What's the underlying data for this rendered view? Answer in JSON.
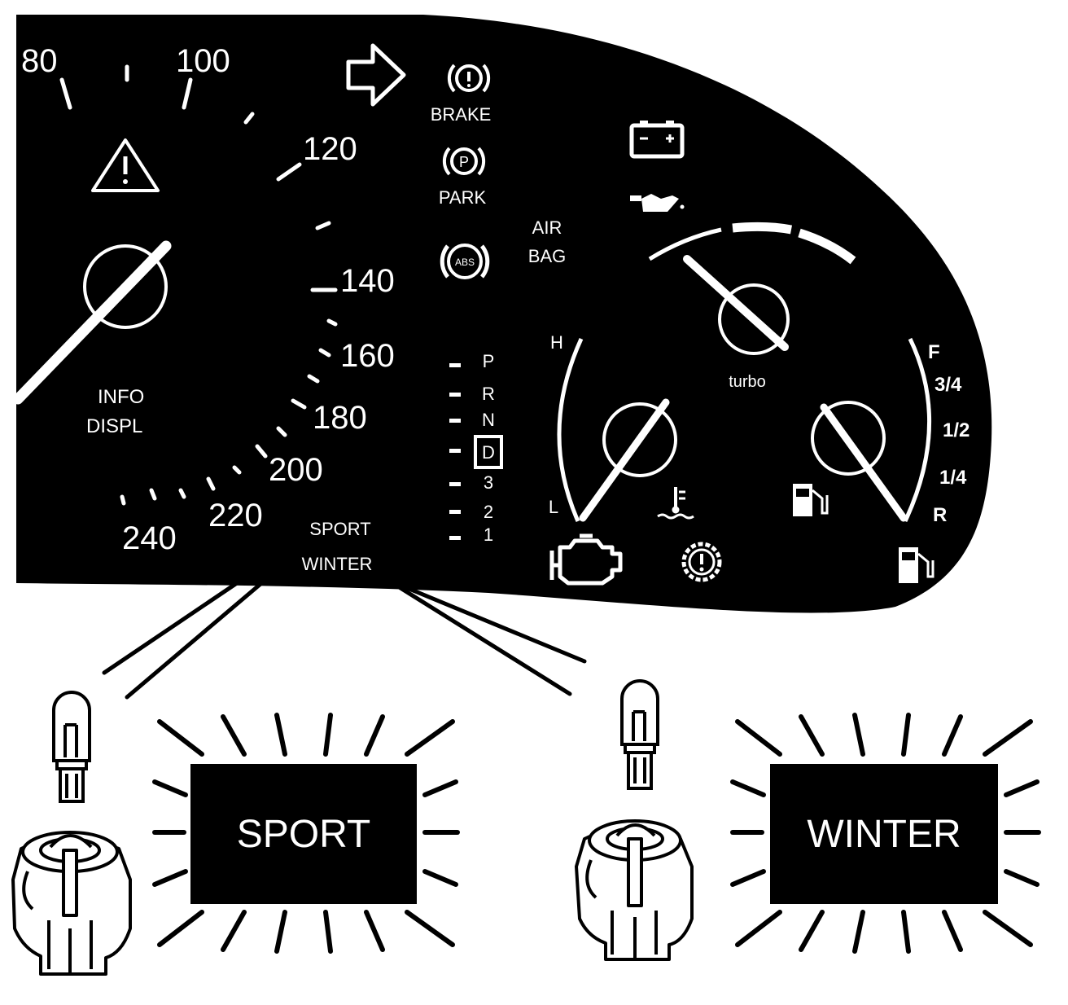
{
  "speedometer": {
    "labels": [
      "80",
      "100",
      "120",
      "140",
      "160",
      "180",
      "200",
      "220",
      "240"
    ]
  },
  "warning_lights": {
    "brake": "BRAKE",
    "park_symbol": "P",
    "park": "PARK",
    "abs_symbol": "ABS",
    "airbag_line1": "AIR",
    "airbag_line2": "BAG"
  },
  "info_display": {
    "line1": "INFO",
    "line2": "DISPL"
  },
  "gear_indicator": {
    "gears": [
      "P",
      "R",
      "N",
      "D",
      "3",
      "2",
      "1"
    ],
    "selected": "D"
  },
  "temperature_gauge": {
    "high": "H",
    "low": "L"
  },
  "turbo_gauge": {
    "label": "turbo"
  },
  "fuel_gauge": {
    "full": "F",
    "three_quarter": "3/4",
    "half": "1/2",
    "quarter": "1/4",
    "reserve": "R"
  },
  "mode_indicators": {
    "sport": "SPORT",
    "winter": "WINTER"
  },
  "callouts": {
    "sport": "SPORT",
    "winter": "WINTER"
  },
  "icons": [
    "hazard-warning-icon",
    "turn-signal-arrow-icon",
    "brake-warning-icon",
    "park-brake-icon",
    "abs-icon",
    "battery-icon",
    "oil-pressure-icon",
    "coolant-temperature-icon",
    "fuel-pump-icon",
    "check-engine-icon",
    "general-warning-icon",
    "bulb-icon",
    "bulb-socket-icon"
  ]
}
